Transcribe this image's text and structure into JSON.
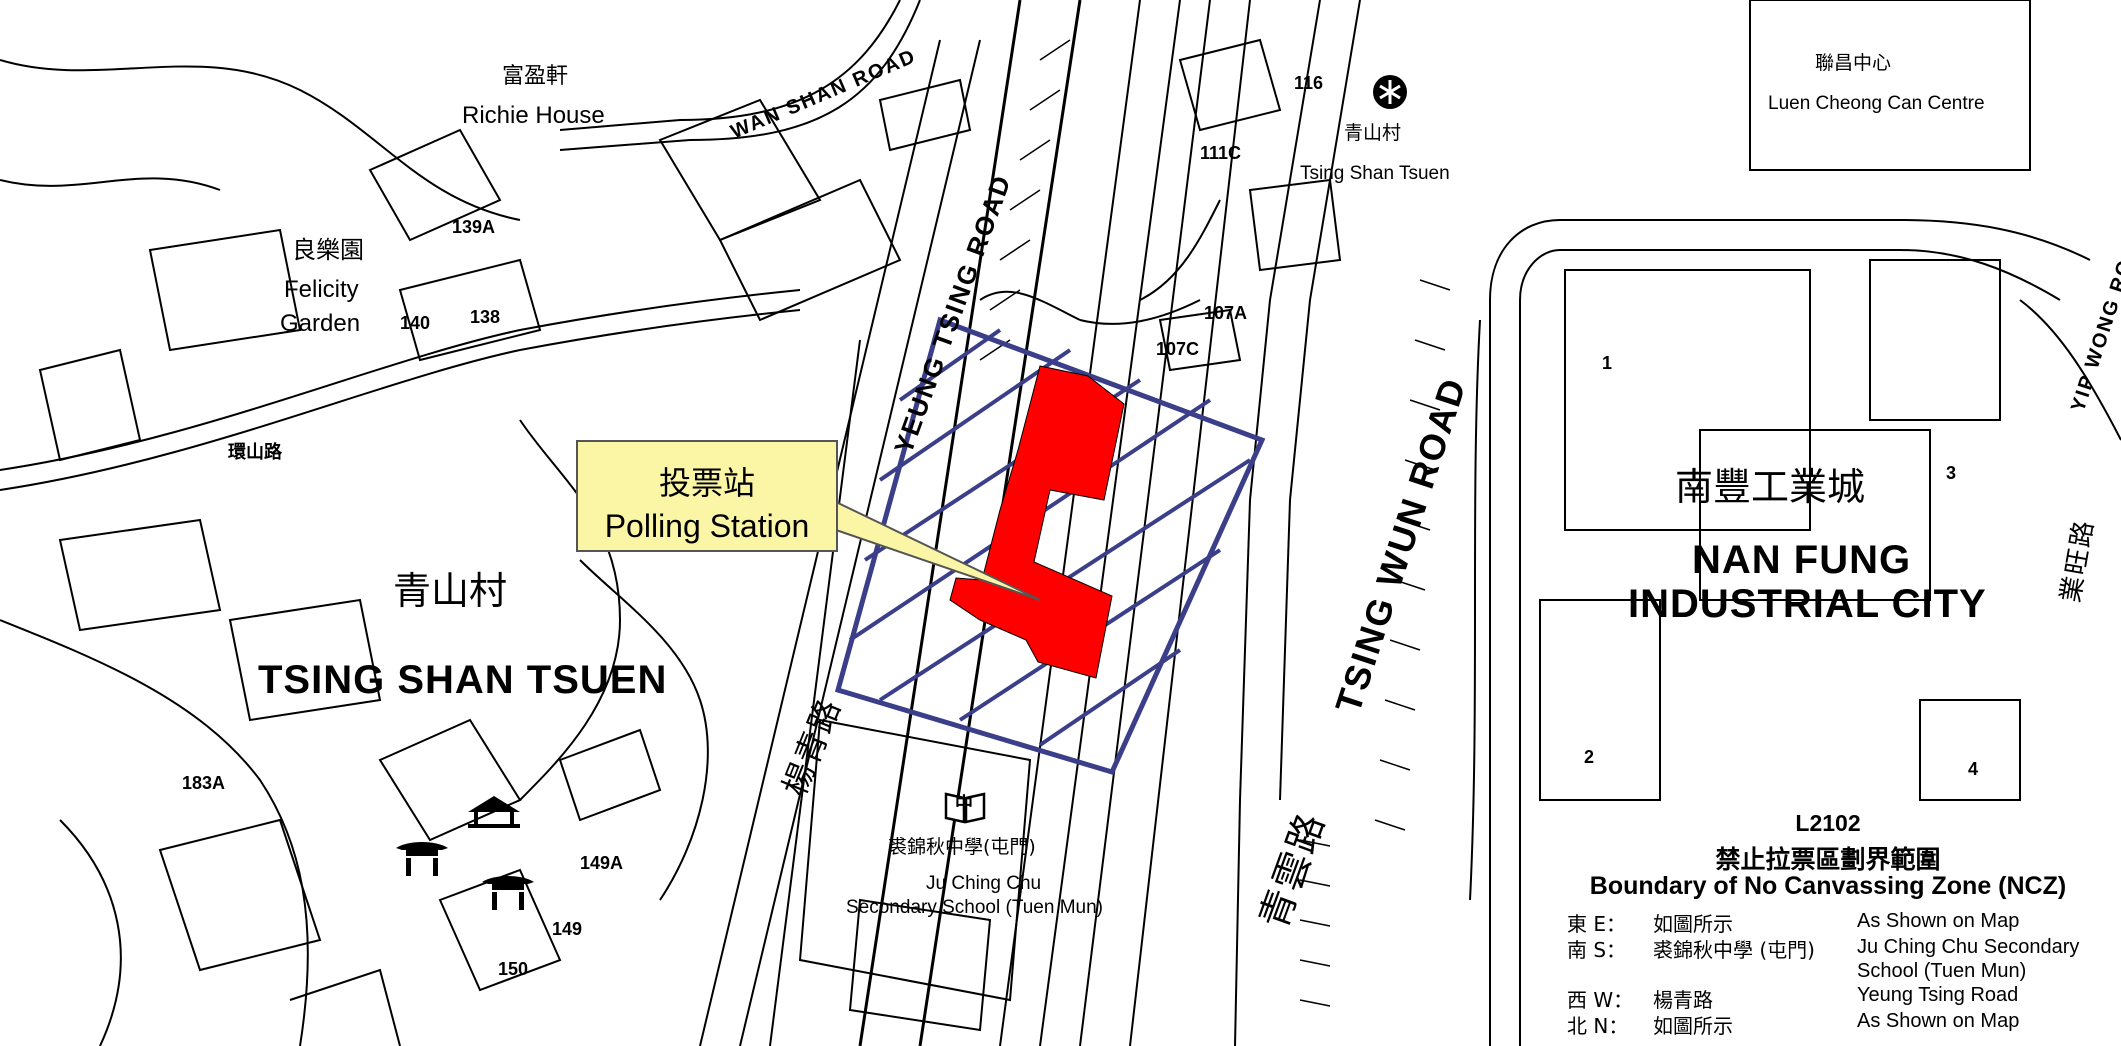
{
  "callout": {
    "cn": "投票站",
    "en": "Polling Station"
  },
  "areas": {
    "tsing_shan_cn": "青山村",
    "tsing_shan_en": "TSING SHAN TSUEN",
    "nan_fung_cn": "南豐工業城",
    "nan_fung_en1": "NAN FUNG",
    "nan_fung_en2": "INDUSTRIAL CITY"
  },
  "places": {
    "richie_cn": "富盈軒",
    "richie_en": "Richie House",
    "felicity_cn": "良樂園",
    "felicity_en1": "Felicity",
    "felicity_en2": "Garden",
    "tst_cn": "青山村",
    "tst_en": "Tsing Shan Tsuen",
    "luen_cn": "聯昌中心",
    "luen_en": "Luen Cheong Can Centre",
    "school_cn": "裘錦秋中學(屯門)",
    "school_en1": "Ju Ching Chu",
    "school_en2": "Secondary School (Tuen Mun)",
    "school_icon_char": "中"
  },
  "roads": {
    "wan_shan": "WAN SHAN ROAD",
    "yeung_tsing": "YEUNG TSING ROAD",
    "yeung_tsing_cn": "楊青路",
    "tsing_wun": "TSING WUN ROAD",
    "tsing_wun_cn": "青雲路",
    "yip_wong": "YIP WONG ROAD",
    "yip_wong_cn": "業旺路",
    "wan_shan_cn": "環山路"
  },
  "numbers": [
    "116",
    "111C",
    "139A",
    "140",
    "138",
    "107A",
    "107C",
    "183A",
    "149A",
    "149",
    "150",
    "1",
    "2",
    "3",
    "4"
  ],
  "legend": {
    "code": "L2102",
    "title_cn": "禁止拉票區劃界範圍",
    "title_en": "Boundary of No Canvassing Zone (NCZ)",
    "rows": [
      {
        "dir": "東 E：",
        "cn": "如圖所示",
        "en": "As Shown on Map"
      },
      {
        "dir": "南 S：",
        "cn": "裘錦秋中學 (屯門)",
        "en": "Ju Ching Chu Secondary"
      },
      {
        "dir": "",
        "cn": "",
        "en": "School (Tuen Mun)"
      },
      {
        "dir": "西 W：",
        "cn": "楊青路",
        "en": "Yeung Tsing Road"
      },
      {
        "dir": "北 N：",
        "cn": "如圖所示",
        "en": "As Shown on Map"
      }
    ]
  },
  "icons": [
    "mtr-station-icon",
    "school-book-icon",
    "pavilion-icon",
    "temple-icon"
  ],
  "colors": {
    "ncz_boundary": "#3b3f8a",
    "polling_station": "#ff0000",
    "callout_fill": "#fbf6a6"
  }
}
